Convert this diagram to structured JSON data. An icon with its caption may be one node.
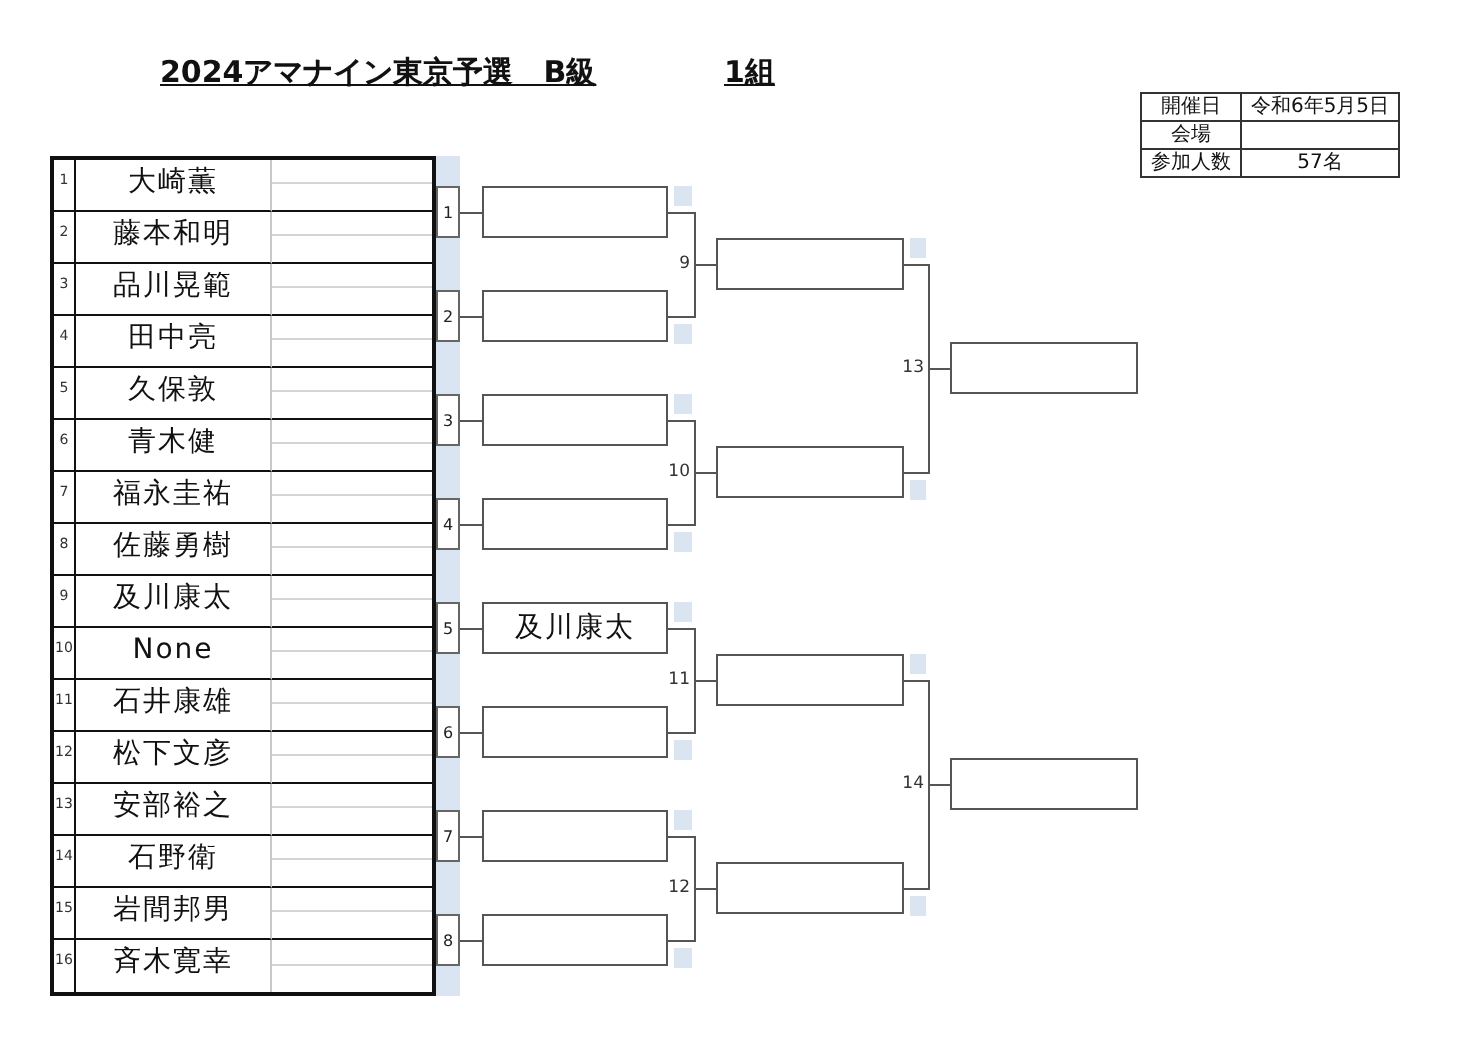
{
  "diagram": {
    "title": "2024アマナイン東京予選　B級",
    "nodes": [
      {
        "text": [
          "1"
        ]
      },
      {
        "text": [
          "2"
        ]
      },
      {
        "text": [
          "3"
        ]
      },
      {
        "text": [
          "4"
        ]
      },
      {
        "text": [
          "5"
        ]
      },
      {
        "text": [
          "6"
        ]
      },
      {
        "text": [
          "7"
        ]
      },
      {
        "text": [
          "8"
        ]
      },
      {
        "text": [],
        "shape": "box"
      },
      {
        "text": [],
        "shape": "box"
      },
      {
        "text": [],
        "shape": "box"
      },
      {
        "text": [],
        "shape": "box"
      },
      {
        "text": [
          "及川康太"
        ]
      },
      {
        "text": [],
        "shape": "box"
      },
      {
        "text": [],
        "shape": "box"
      },
      {
        "text": [],
        "shape": "box"
      },
      {
        "text": [],
        "shape": "box",
        "beside": [
          "9"
        ]
      },
      {
        "text": [],
        "shape": "box",
        "beside": [
          "10"
        ]
      },
      {
        "text": [],
        "shape": "box",
        "beside": [
          "11"
        ]
      },
      {
        "text": [],
        "shape": "box",
        "beside": [
          "12"
        ]
      },
      {
        "text": [],
        "shape": "box",
        "beside": [
          "13"
        ]
      },
      {
        "text": [],
        "shape": "box",
        "beside": [
          "14"
        ]
      }
    ],
    "edges": [
      {
        "from": 0,
        "to": 8,
        "arrow": "none"
      },
      {
        "from": 1,
        "to": 9,
        "arrow": "none"
      },
      {
        "from": 2,
        "to": 10,
        "arrow": "none"
      },
      {
        "from": 3,
        "to": 11,
        "arrow": "none"
      },
      {
        "from": 4,
        "to": 12,
        "arrow": "none"
      },
      {
        "from": 5,
        "to": 13,
        "arrow": "none"
      },
      {
        "from": 6,
        "to": 14,
        "arrow": "none"
      },
      {
        "from": 7,
        "to": 15,
        "arrow": "none"
      },
      {
        "from": 8,
        "to": 16,
        "arrow": "none"
      },
      {
        "from": 9,
        "to": 16,
        "arrow": "none"
      },
      {
        "from": 10,
        "to": 17,
        "arrow": "none"
      },
      {
        "from": 11,
        "to": 17,
        "arrow": "none"
      },
      {
        "from": 12,
        "to": 18,
        "arrow": "none"
      },
      {
        "from": 13,
        "to": 18,
        "arrow": "none"
      },
      {
        "from": 14,
        "to": 19,
        "arrow": "none"
      },
      {
        "from": 15,
        "to": 19,
        "arrow": "none"
      },
      {
        "from": 16,
        "to": 20,
        "arrow": "none"
      },
      {
        "from": 17,
        "to": 20,
        "arrow": "none"
      },
      {
        "from": 18,
        "to": 21,
        "arrow": "none"
      },
      {
        "from": 19,
        "to": 21,
        "arrow": "none"
      }
    ],
    "labels": [
      "1組",
      "開催日",
      "令和6年5月5日",
      "会場",
      "参加人数",
      "57名",
      "1",
      "大崎薫",
      "2",
      "藤本和明",
      "3",
      "品川晃範",
      "4",
      "田中亮",
      "5",
      "久保敦",
      "6",
      "青木健",
      "7",
      "福永圭祐",
      "8",
      "佐藤勇樹",
      "9",
      "及川康太",
      "10",
      "None",
      "11",
      "石井康雄",
      "12",
      "松下文彦",
      "13",
      "安部裕之",
      "14",
      "石野衛",
      "15",
      "岩間邦男",
      "16",
      "斉木寛幸"
    ]
  }
}
